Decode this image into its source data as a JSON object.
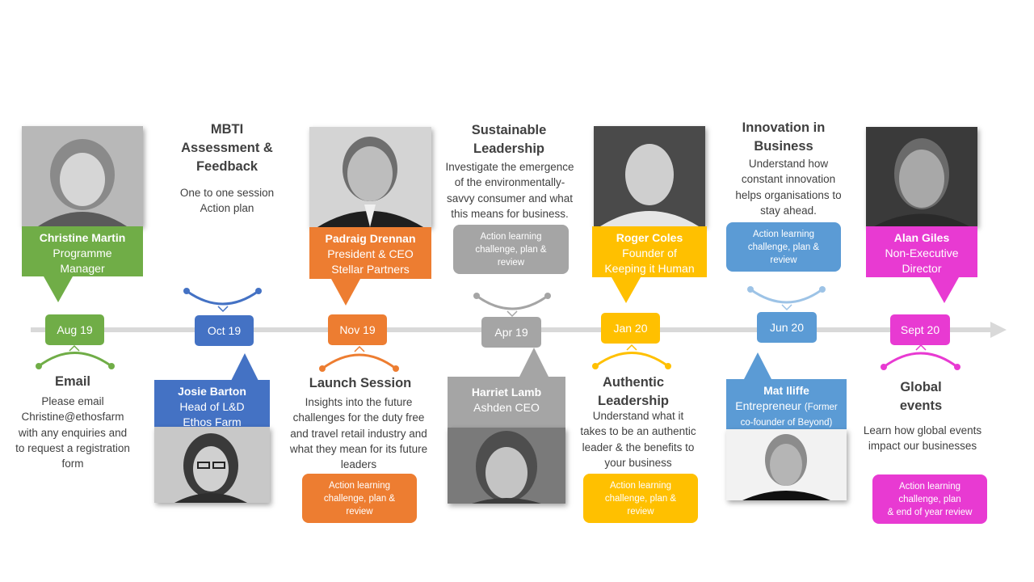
{
  "colors": {
    "green": "#70ad47",
    "blue": "#4472c4",
    "orange": "#ed7d31",
    "gray": "#a5a5a5",
    "yellow": "#ffc000",
    "lightblue": "#5b9bd5",
    "magenta": "#e83ad2",
    "line": "#d9d9d9"
  },
  "dates": [
    "Aug 19",
    "Oct 19",
    "Nov 19",
    "Apr 19",
    "Jan 20",
    "Jun 20",
    "Sept 20"
  ],
  "people": {
    "christine": {
      "name": "Christine Martin",
      "lines": [
        "Programme",
        "Manager"
      ]
    },
    "josie": {
      "name": "Josie Barton",
      "lines": [
        "Head of L&D",
        "Ethos Farm"
      ]
    },
    "padraig": {
      "name": "Padraig Drennan",
      "lines": [
        "President & CEO",
        "Stellar Partners"
      ]
    },
    "harriet": {
      "name": "Harriet Lamb",
      "lines": [
        "Ashden CEO"
      ]
    },
    "roger": {
      "name": "Roger Coles",
      "lines": [
        "Founder of",
        "Keeping it Human"
      ]
    },
    "mat": {
      "name": "Mat Iliffe",
      "line1": "Entrepreneur",
      "line1b": "(Former",
      "line2": "co-founder of Beyond)"
    },
    "alan": {
      "name": "Alan Giles",
      "lines": [
        "Non-Executive",
        "Director"
      ]
    }
  },
  "events": {
    "email": {
      "title": "Email",
      "lines": [
        "Please email",
        "Christine@ethosfarm",
        "with any enquiries and",
        "to request a registration",
        "form"
      ]
    },
    "mbti": {
      "title_lines": [
        "MBTI",
        "Assessment &",
        "Feedback"
      ],
      "lines": [
        "One to one session",
        "Action plan"
      ]
    },
    "launch": {
      "title": "Launch Session",
      "lines": [
        "Insights into the future",
        "challenges for the duty free",
        "and travel retail industry and",
        "what they mean for its future",
        "leaders"
      ]
    },
    "sustainable": {
      "title_lines": [
        "Sustainable",
        "Leadership"
      ],
      "lines": [
        "Investigate the emergence",
        "of the environmentally-",
        "savvy consumer and what",
        "this means for business."
      ]
    },
    "authentic": {
      "title_lines": [
        "Authentic",
        "Leadership"
      ],
      "lines": [
        "Understand what it",
        "takes to be an authentic",
        "leader & the benefits to",
        "your business"
      ]
    },
    "innovation": {
      "title_lines": [
        "Innovation in",
        "Business"
      ],
      "lines": [
        "Understand how",
        "constant innovation",
        "helps organisations to",
        "stay ahead."
      ]
    },
    "global": {
      "title_lines": [
        "Global",
        "events"
      ],
      "lines": [
        "Learn how global events",
        "impact our businesses"
      ]
    }
  },
  "pills": {
    "action_std": [
      "Action learning",
      "challenge, plan &",
      "review"
    ],
    "action_final": [
      "Action learning",
      "challenge, plan",
      "& end of year review"
    ]
  }
}
